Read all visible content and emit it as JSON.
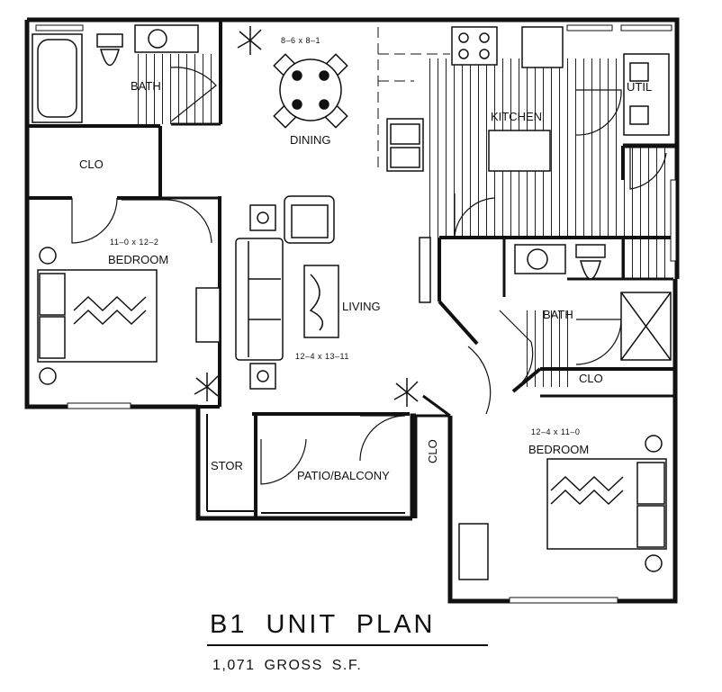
{
  "title": "B1 UNIT PLAN",
  "subtitle": "1,071 GROSS S.F.",
  "rooms": {
    "bath_top": "BATH",
    "closet_left": "CLO",
    "dining": "DINING",
    "dining_dim": "8–6 x 8–1",
    "kitchen": "KITCHEN",
    "util": "UTIL",
    "bedroom_left": "BEDROOM",
    "bedroom_left_dim": "11–0 x 12–2",
    "living": "LIVING",
    "living_dim": "12–4 x 13–11",
    "bath_right": "BATH",
    "closet_right": "CLO",
    "bedroom_right": "BEDROOM",
    "bedroom_right_dim": "12–4 x 11–0",
    "storage": "STOR",
    "patio": "PATIO/BALCONY",
    "closet_small": "CLO"
  }
}
